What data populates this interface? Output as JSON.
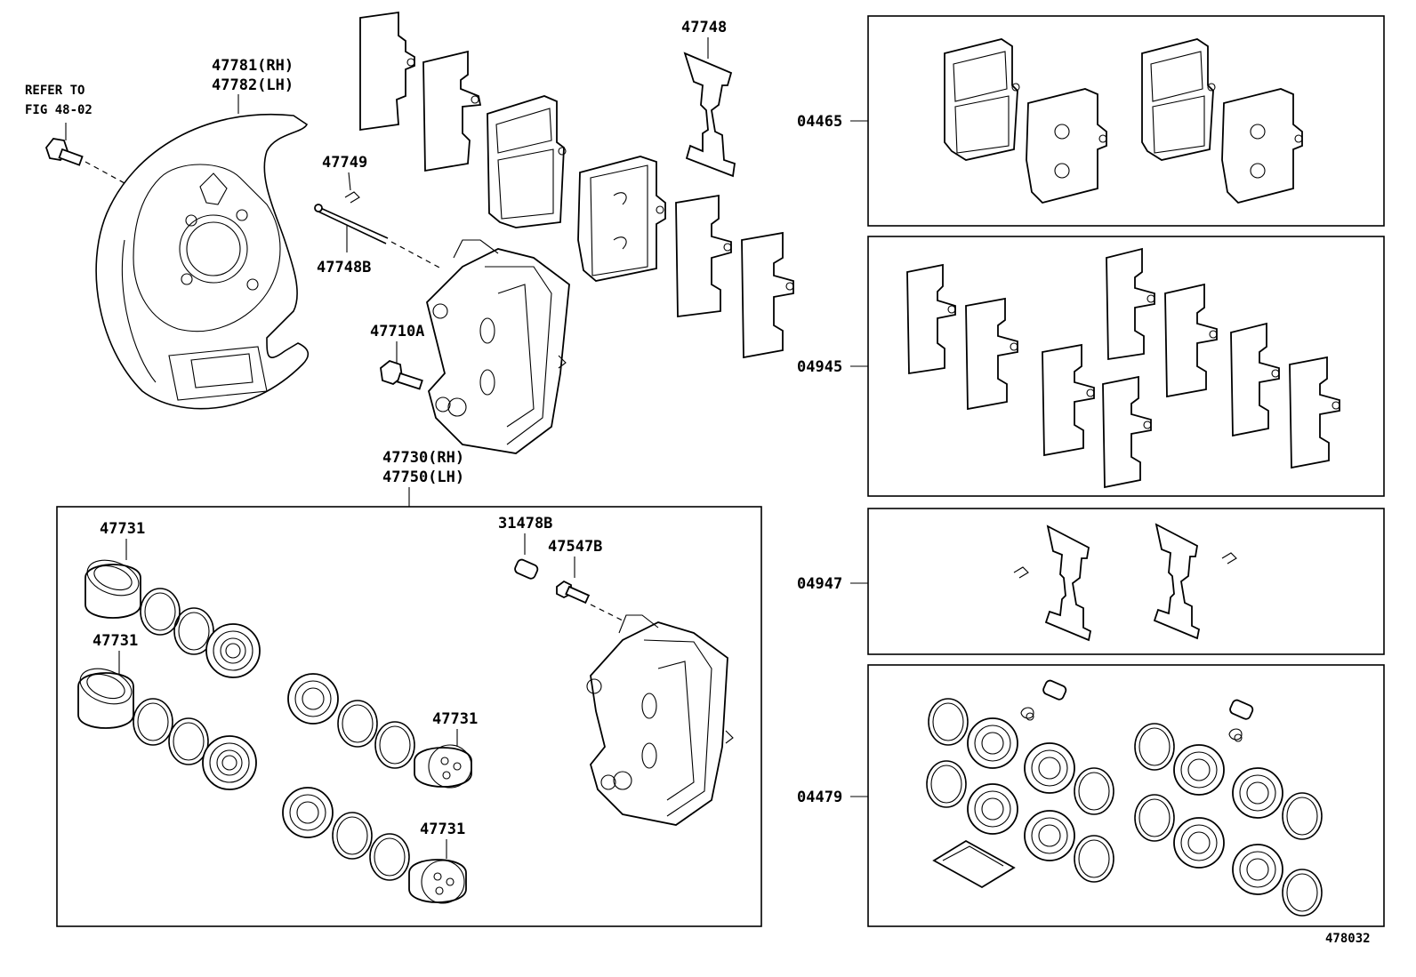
{
  "labels": {
    "refer": [
      "REFER TO",
      "FIG 48-02"
    ],
    "shield": [
      "47781(RH)",
      "47782(LH)"
    ],
    "clip_pin": "47749",
    "pin": "47748B",
    "spring": "47748",
    "bolt": "47710A",
    "caliper": [
      "47730(RH)",
      "47750(LH)"
    ],
    "piston_labels": [
      "47731",
      "47731",
      "47731",
      "47731"
    ],
    "cap": "31478B",
    "bleeder": "47547B",
    "kit_pads": "04465",
    "kit_shims": "04945",
    "kit_springs": "04947",
    "kit_seals": "04479",
    "figure_number": "478032"
  }
}
